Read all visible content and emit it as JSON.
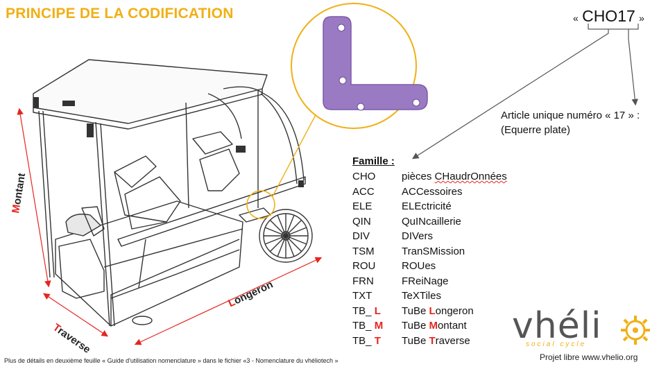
{
  "title": "PRINCIPE DE LA CODIFICATION",
  "code": {
    "open_quote": "«",
    "prefix": "CHO",
    "number": "17",
    "close_quote": "»"
  },
  "article": {
    "line1": "Article unique numéro « 17 » :",
    "line2": "(Equerre plate)"
  },
  "famille": {
    "heading": "Famille :",
    "rows": [
      {
        "code": "CHO",
        "code_red": "",
        "desc_pre": "pièces ",
        "desc_red": "",
        "desc_post": "CHaudrOnnées"
      },
      {
        "code": "ACC",
        "code_red": "",
        "desc_pre": "ACCessoires",
        "desc_red": "",
        "desc_post": ""
      },
      {
        "code": "ELE",
        "code_red": "",
        "desc_pre": "ELEctricité",
        "desc_red": "",
        "desc_post": ""
      },
      {
        "code": "QIN",
        "code_red": "",
        "desc_pre": "QuINcaillerie",
        "desc_red": "",
        "desc_post": ""
      },
      {
        "code": "DIV",
        "code_red": "",
        "desc_pre": "DIVers",
        "desc_red": "",
        "desc_post": ""
      },
      {
        "code": "TSM",
        "code_red": "",
        "desc_pre": "TranSMission",
        "desc_red": "",
        "desc_post": ""
      },
      {
        "code": "ROU",
        "code_red": "",
        "desc_pre": "ROUes",
        "desc_red": "",
        "desc_post": ""
      },
      {
        "code": "FRN",
        "code_red": "",
        "desc_pre": "FReiNage",
        "desc_red": "",
        "desc_post": ""
      },
      {
        "code": "TXT",
        "code_red": "",
        "desc_pre": "TeXTiles",
        "desc_red": "",
        "desc_post": ""
      },
      {
        "code": "TB_ ",
        "code_red": "L",
        "desc_pre": "TuBe ",
        "desc_red": "L",
        "desc_post": "ongeron"
      },
      {
        "code": "TB_ ",
        "code_red": "M",
        "desc_pre": "TuBe ",
        "desc_red": "M",
        "desc_post": "ontant"
      },
      {
        "code": "TB_ ",
        "code_red": "T",
        "desc_pre": "TuBe ",
        "desc_red": "T",
        "desc_post": "raverse"
      }
    ]
  },
  "dimensions": {
    "montant": {
      "first": "M",
      "rest": "ontant"
    },
    "traverse": {
      "first": "T",
      "rest": "raverse"
    },
    "longeron": {
      "first": "L",
      "rest": "ongeron"
    }
  },
  "footnote": "Plus de détails en deuxième feuille « Guide d'utilisation nomenclature » dans le fichier «3 - Nomenclature du vhéliotech »",
  "logo": {
    "word": "vhéli",
    "tagline": "social cycle"
  },
  "projet": "Projet libre www.vhelio.org",
  "colors": {
    "title": "#f0b015",
    "accent_red": "#e52520",
    "part_purple": "#9b7ac4",
    "logo_grey": "#555555"
  },
  "icons": [
    "vehicle-drawing",
    "equerre-plate-part",
    "sun-gear-icon"
  ]
}
